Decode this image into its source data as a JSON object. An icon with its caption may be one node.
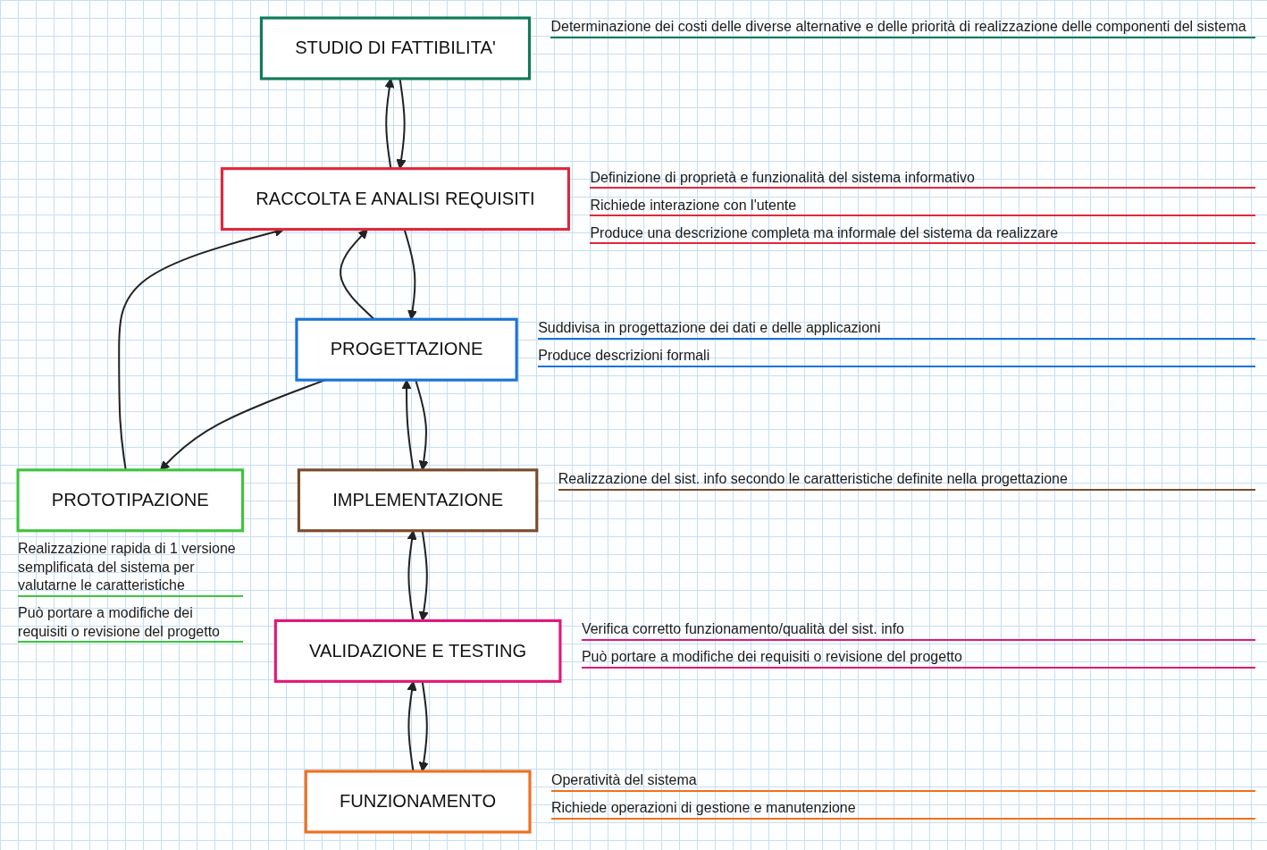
{
  "diagram": {
    "nodes": [
      {
        "text": [
          "STUDIO DI FATTIBILITA'"
        ],
        "beside": [
          "Determinazione dei costi delle diverse alternative e delle priorità di realizzazione delle componenti del sistema"
        ]
      },
      {
        "text": [
          "RACCOLTA E ANALISI REQUISITI"
        ],
        "beside": [
          "Definizione di proprietà e funzionalità del sistema informativo",
          "Richiede interazione con l'utente",
          "Produce una descrizione completa ma informale del sistema da realizzare"
        ]
      },
      {
        "text": [
          "PROGETTAZIONE"
        ],
        "beside": [
          "Suddivisa in progettazione dei dati e delle applicazioni",
          "Produce descrizioni formali"
        ]
      },
      {
        "text": [
          "PROTOTIPAZIONE"
        ],
        "beside": [
          "Realizzazione rapida di 1 versione semplificata del sistema per valutarne le caratteristiche",
          "Può portare a modifiche dei requisiti o revisione del progetto"
        ]
      },
      {
        "text": [
          "IMPLEMENTAZIONE"
        ],
        "beside": [
          "Realizzazione del sist. info secondo le caratteristiche definite nella progettazione"
        ]
      },
      {
        "text": [
          "VALIDAZIONE E TESTING"
        ],
        "beside": [
          "Verifica corretto funzionamento/qualità del sist. info",
          "Può portare a modifiche dei requisiti o revisione del progetto"
        ]
      },
      {
        "text": [
          "FUNZIONAMENTO"
        ],
        "beside": [
          "Operatività del sistema",
          "Richiede operazioni di gestione e manutenzione"
        ]
      }
    ],
    "edges": [
      {
        "from": 0,
        "to": 1,
        "arrow": "to"
      },
      {
        "from": 1,
        "to": 2,
        "arrow": "to"
      },
      {
        "from": 2,
        "to": 3,
        "arrow": "to"
      },
      {
        "from": 2,
        "to": 4,
        "arrow": "to"
      },
      {
        "from": 3,
        "to": 1,
        "arrow": "to"
      },
      {
        "from": 1,
        "to": 0,
        "arrow": "to"
      },
      {
        "from": 2,
        "to": 1,
        "arrow": "to"
      },
      {
        "from": 4,
        "to": 2,
        "arrow": "to"
      },
      {
        "from": 4,
        "to": 5,
        "arrow": "to"
      },
      {
        "from": 5,
        "to": 6,
        "arrow": "to"
      },
      {
        "from": 5,
        "to": 4,
        "arrow": "to"
      },
      {
        "from": 6,
        "to": 5,
        "arrow": "to"
      }
    ]
  }
}
